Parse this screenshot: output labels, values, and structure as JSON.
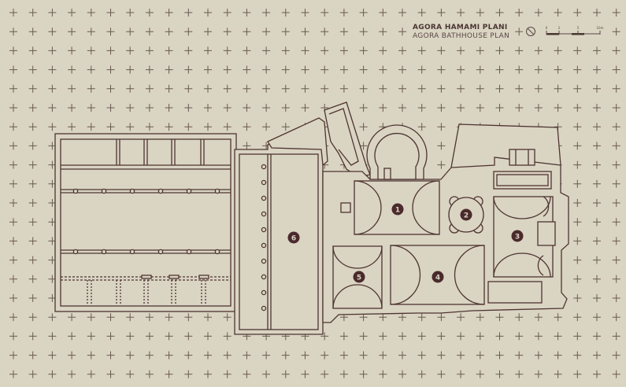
{
  "title": {
    "line1": "AGORA HAMAMI PLANI",
    "line2": "AGORA BATHHOUSE PLAN"
  },
  "scale_bar": {
    "ticks": [
      "0",
      "2",
      "5",
      "10m"
    ]
  },
  "north_arrow": "north-arrow-icon",
  "rooms": [
    {
      "label": "1"
    },
    {
      "label": "2"
    },
    {
      "label": "3"
    },
    {
      "label": "4"
    },
    {
      "label": "5"
    },
    {
      "label": "6"
    }
  ],
  "colors": {
    "background": "#dad4c3",
    "line": "#4e3530",
    "marker": "#4a2a2c",
    "grid": "#6a5a50"
  }
}
